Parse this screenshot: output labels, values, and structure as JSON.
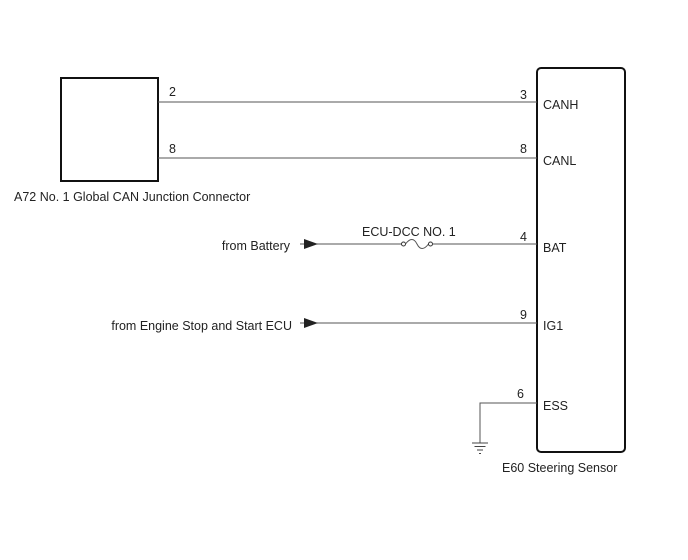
{
  "connector_a72": {
    "label": "A72  No. 1 Global CAN Junction Connector",
    "pins": [
      "2",
      "8"
    ]
  },
  "steering_sensor_e60": {
    "label": "E60   Steering Sensor",
    "terminals": [
      {
        "pin": "3",
        "name": "CANH"
      },
      {
        "pin": "8",
        "name": "CANL"
      },
      {
        "pin": "4",
        "name": "BAT"
      },
      {
        "pin": "9",
        "name": "IG1"
      },
      {
        "pin": "6",
        "name": "ESS"
      }
    ]
  },
  "fuse": {
    "label": "ECU-DCC NO. 1"
  },
  "inputs": {
    "battery": "from Battery",
    "engine_ecu": "from Engine Stop and Start ECU"
  }
}
